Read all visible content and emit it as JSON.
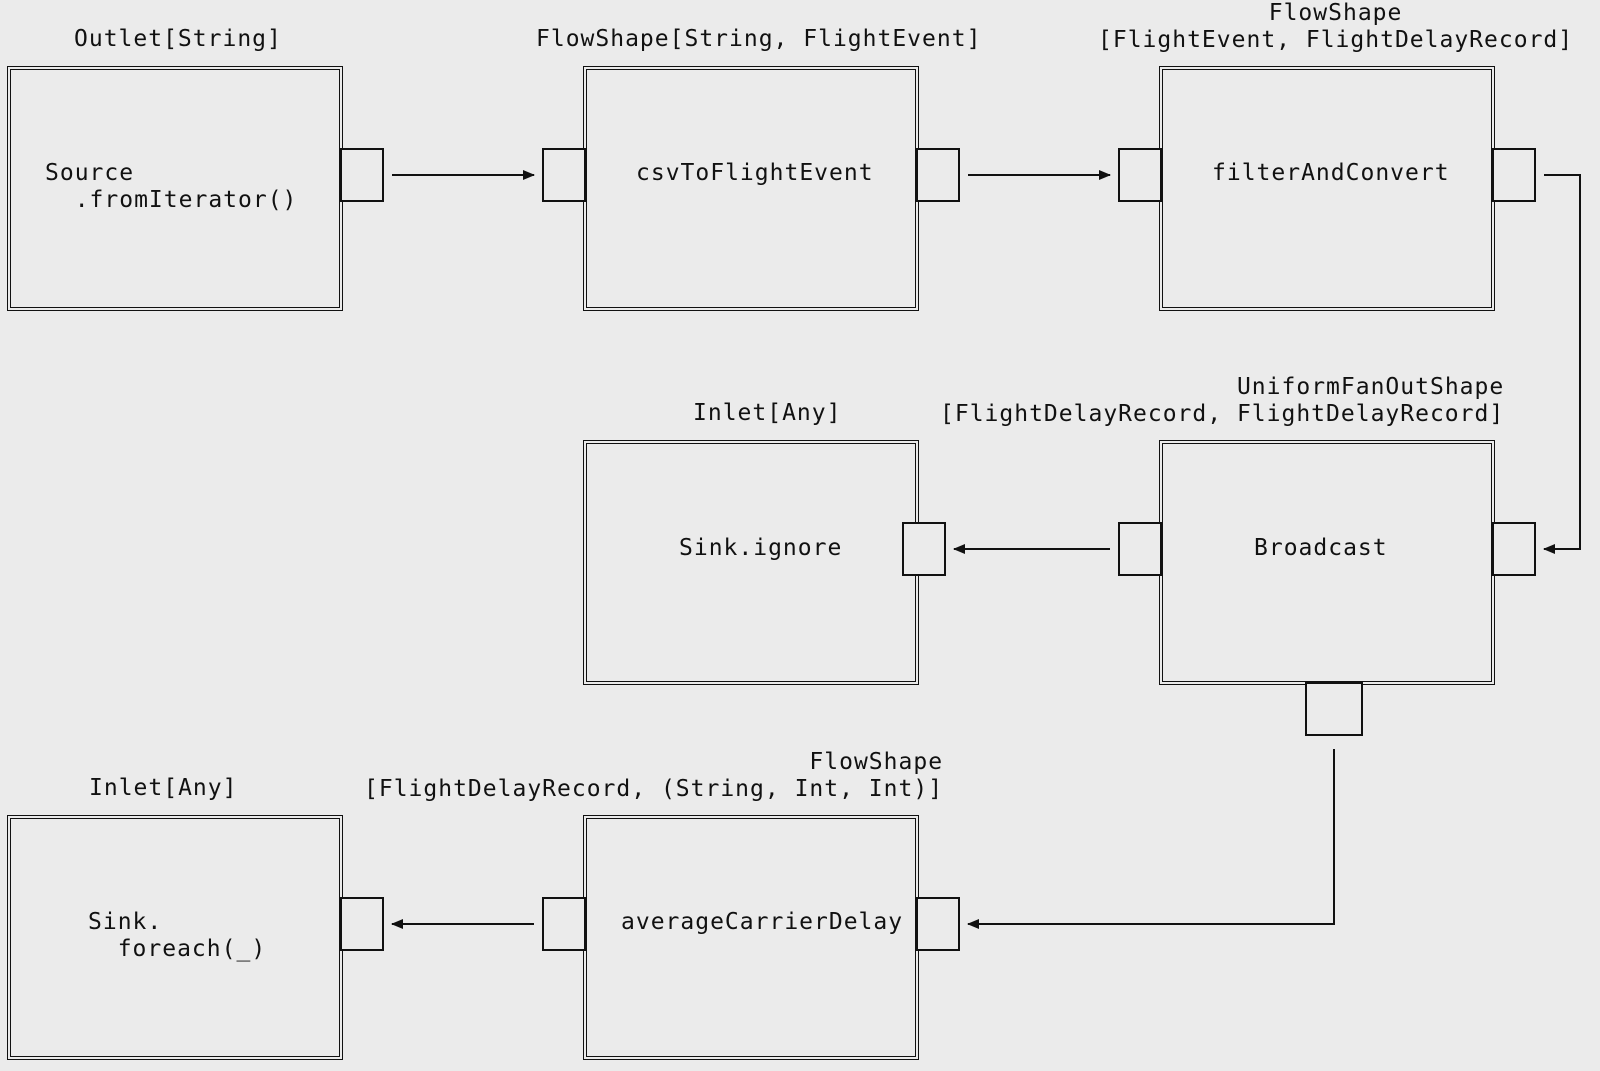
{
  "colors": {
    "background": "#ebebeb",
    "ink": "#111111"
  },
  "stages": {
    "source": {
      "type_label": "Outlet[String]",
      "text": "Source\n  .fromIterator()"
    },
    "csv": {
      "type_label": "FlowShape[String, FlightEvent]",
      "text": "csvToFlightEvent"
    },
    "filter": {
      "type_label": "FlowShape\n[FlightEvent, FlightDelayRecord]",
      "text": "filterAndConvert"
    },
    "ignore": {
      "type_label": "Inlet[Any]",
      "text": "Sink.ignore"
    },
    "broadcast": {
      "type_label": "UniformFanOutShape\n[FlightDelayRecord, FlightDelayRecord]",
      "text": "Broadcast"
    },
    "foreach": {
      "type_label": "Inlet[Any]",
      "text": "Sink.\n  foreach(_)"
    },
    "average": {
      "type_label": "FlowShape\n[FlightDelayRecord, (String, Int, Int)]",
      "text": "averageCarrierDelay"
    }
  }
}
